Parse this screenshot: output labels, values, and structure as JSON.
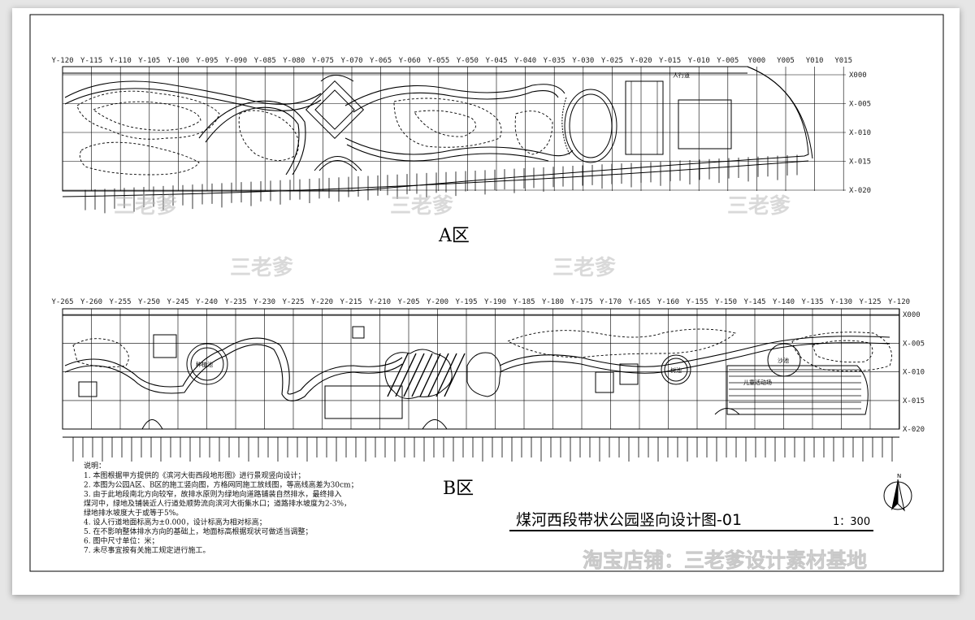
{
  "zone_a": {
    "label": "A区",
    "y_axis": [
      "Y-120",
      "Y-115",
      "Y-110",
      "Y-105",
      "Y-100",
      "Y-095",
      "Y-090",
      "Y-085",
      "Y-080",
      "Y-075",
      "Y-070",
      "Y-065",
      "Y-060",
      "Y-055",
      "Y-050",
      "Y-045",
      "Y-040",
      "Y-035",
      "Y-030",
      "Y-025",
      "Y-020",
      "Y-015",
      "Y-010",
      "Y-005",
      "Y000",
      "Y005",
      "Y010",
      "Y015"
    ],
    "x_axis": [
      "X000",
      "X-005",
      "X-010",
      "X-015",
      "X-020"
    ],
    "sidewalk_label": "人行道"
  },
  "zone_b": {
    "label": "B区",
    "y_axis": [
      "Y-265",
      "Y-260",
      "Y-255",
      "Y-250",
      "Y-245",
      "Y-240",
      "Y-235",
      "Y-230",
      "Y-225",
      "Y-220",
      "Y-215",
      "Y-210",
      "Y-205",
      "Y-200",
      "Y-195",
      "Y-190",
      "Y-185",
      "Y-180",
      "Y-175",
      "Y-170",
      "Y-165",
      "Y-160",
      "Y-155",
      "Y-150",
      "Y-145",
      "Y-140",
      "Y-135",
      "Y-130",
      "Y-125",
      "Y-120"
    ],
    "x_axis": [
      "X000",
      "X-005",
      "X-010",
      "X-015",
      "X-020"
    ],
    "labels": {
      "pool": "种植池",
      "sand": "沙池",
      "pond": "树池",
      "play": "儿童活动场"
    }
  },
  "title": "煤河西段带状公园竖向设计图-01",
  "scale": "1：300",
  "north": "N",
  "notes": {
    "heading": "说明：",
    "lines": [
      "1. 本图根据甲方提供的《滨河大街西段地形图》进行景观竖向设计；",
      "2. 本图为公园A区、B区的施工竖向图，方格网同施工放线图，等高线高差为30cm；",
      "3. 由于此地段南北方向较窄，故排水原则为绿地向道路铺装自然排水，最终排入",
      "煤河中，绿地及铺装近人行道处顺势流向滨河大街集水口；道路排水坡度为2-3%，",
      "绿地排水坡度大于或等于5%。",
      "4. 设人行道地面标高为±0.000，设计标高为相对标高；",
      "5. 在不影响整体排水方向的基础上，地面标高根据现状可做适当调整；",
      "6. 图中尺寸单位：米；",
      "7. 未尽事宜按有关施工规定进行施工。"
    ]
  },
  "watermarks": {
    "brand": "三老爹",
    "shop": "淘宝店铺：三老爹设计素材基地"
  }
}
